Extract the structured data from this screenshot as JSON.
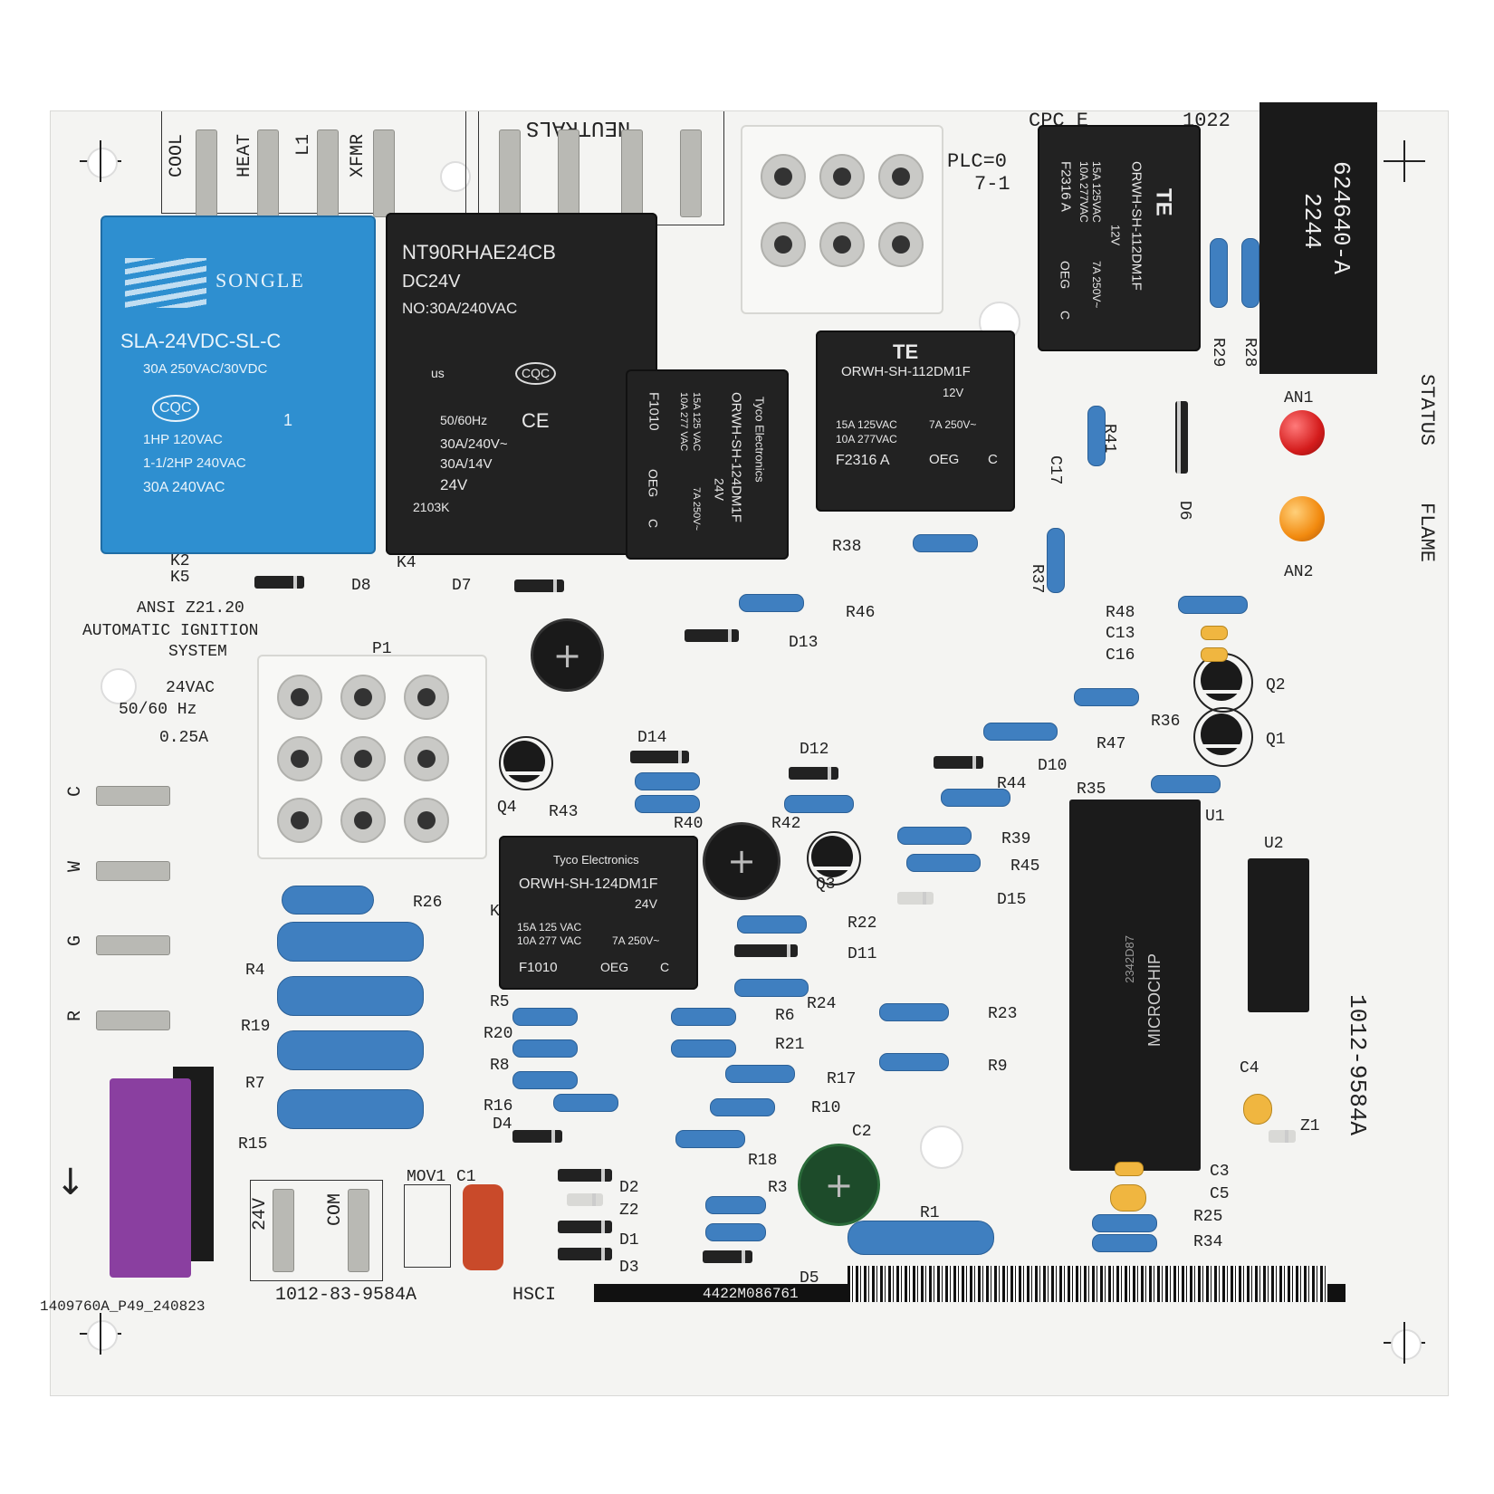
{
  "board": {
    "top_header": {
      "terminal_labels": [
        "COOL",
        "HEAT",
        "L1",
        "XFMR"
      ],
      "neutrals_label": "NEUTRALS",
      "cpc_label": "CPC E",
      "cpc_date": "1022",
      "plc_label": "PLC=0",
      "plc_sub": "7-1"
    },
    "part_sticker": {
      "line1": "624640-A",
      "line2": "2244"
    },
    "relay_k5": {
      "brand": "SONGLE",
      "model": "SLA-24VDC-SL-C",
      "rating1": "30A  250VAC/30VDC",
      "cert": "CQC",
      "rating2": "1HP 120VAC",
      "rating3": "1-1/2HP 240VAC",
      "rating4": "30A 240VAC",
      "ul_suffix": "1",
      "ref": "K5",
      "ref_top": "K2"
    },
    "relay_k4": {
      "model": "NT90RHAE24CB",
      "coil": "DC24V",
      "contact": "NO:30A/240VAC",
      "ul": "us",
      "cert": "CQC",
      "freq": "50/60Hz",
      "rating1": "30A/240V~",
      "rating2": "30A/14V",
      "coil_v": "24V",
      "code": "2103K",
      "ce": "CE",
      "ref": "K4"
    },
    "relay_small1": {
      "brand": "Tyco Electronics",
      "model": "ORWH-SH-124DM1F",
      "coil": "24V",
      "code": "F1010",
      "r1": "15A 125 VAC",
      "r2": "10A 277 VAC",
      "r3": "7A 250V~",
      "oeg": "OEG",
      "c": "C"
    },
    "relay_te1": {
      "brand": "TE",
      "model": "ORWH-SH-112DM1F",
      "coil": "12V",
      "r1": "15A  125VAC",
      "r2": "10A  277VAC",
      "r3": "7A 250V~",
      "code": "F2316  A",
      "oeg": "OEG",
      "c": "C"
    },
    "relay_te2": {
      "brand": "TE",
      "model": "ORWH-SH-112DM1F",
      "coil": "12V",
      "r1": "15A 125VAC",
      "r2": "10A 277VAC",
      "r3": "7A 250V~",
      "code": "F2316 A",
      "oeg": "OEG",
      "c": "C"
    },
    "relay_k1": {
      "brand": "Tyco Electronics",
      "model": "ORWH-SH-124DM1F",
      "coil": "24V",
      "r1": "15A 125 VAC",
      "r2": "10A 277 VAC",
      "r3": "7A 250V~",
      "code": "F1010",
      "oeg": "OEG",
      "c": "C",
      "ref": "K"
    },
    "info": {
      "ansi": "ANSI  Z21.20",
      "auto": "AUTOMATIC  IGNITION",
      "system": "SYSTEM",
      "voltage": "24VAC",
      "freq": "50/60  Hz",
      "current": "0.25A"
    },
    "thermostat_terminals": [
      "C",
      "W",
      "G",
      "R"
    ],
    "connector_p1": "P1",
    "low_volt": {
      "v24": "24V",
      "com": "COM"
    },
    "bottom": {
      "left_code": "1409760A_P49_240823",
      "part_no": "1012-83-9584A",
      "hsci": "HSCI",
      "serial": "4422M086761",
      "mov": "MOV1"
    },
    "side_part": "1012-9584A",
    "status_label": "STATUS",
    "flame_label": "FLAME",
    "led_an1": "AN1",
    "led_an2": "AN2",
    "chip_u1": {
      "ref": "U1",
      "brand": "MICROCHIP",
      "code": "2342D87"
    },
    "chip_u2": {
      "ref": "U2"
    },
    "refs": {
      "R1": "R1",
      "R3": "R3",
      "R4": "R4",
      "R5": "R5",
      "R6": "R6",
      "R7": "R7",
      "R8": "R8",
      "R9": "R9",
      "R10": "R10",
      "R15": "R15",
      "R16": "R16",
      "R17": "R17",
      "R18": "R18",
      "R19": "R19",
      "R20": "R20",
      "R21": "R21",
      "R22": "R22",
      "R23": "R23",
      "R24": "R24",
      "R25": "R25",
      "R26": "R26",
      "R28": "R28",
      "R29": "R29",
      "R34": "R34",
      "R35": "R35",
      "R36": "R36",
      "R37": "R37",
      "R38": "R38",
      "R39": "R39",
      "R40": "R40",
      "R41": "R41",
      "R42": "R42",
      "R43": "R43",
      "R44": "R44",
      "R45": "R45",
      "R46": "R46",
      "R47": "R47",
      "R48": "R48",
      "D1": "D1",
      "D2": "D2",
      "D3": "D3",
      "D4": "D4",
      "D5": "D5",
      "D6": "D6",
      "D7": "D7",
      "D8": "D8",
      "D10": "D10",
      "D11": "D11",
      "D12": "D12",
      "D13": "D13",
      "D14": "D14",
      "D15": "D15",
      "C1": "C1",
      "C2": "C2",
      "C3": "C3",
      "C4": "C4",
      "C5": "C5",
      "C13": "C13",
      "C16": "C16",
      "C17": "C17",
      "Q1": "Q1",
      "Q2": "Q2",
      "Q3": "Q3",
      "Q4": "Q4",
      "Z1": "Z1",
      "Z2": "Z2"
    }
  }
}
